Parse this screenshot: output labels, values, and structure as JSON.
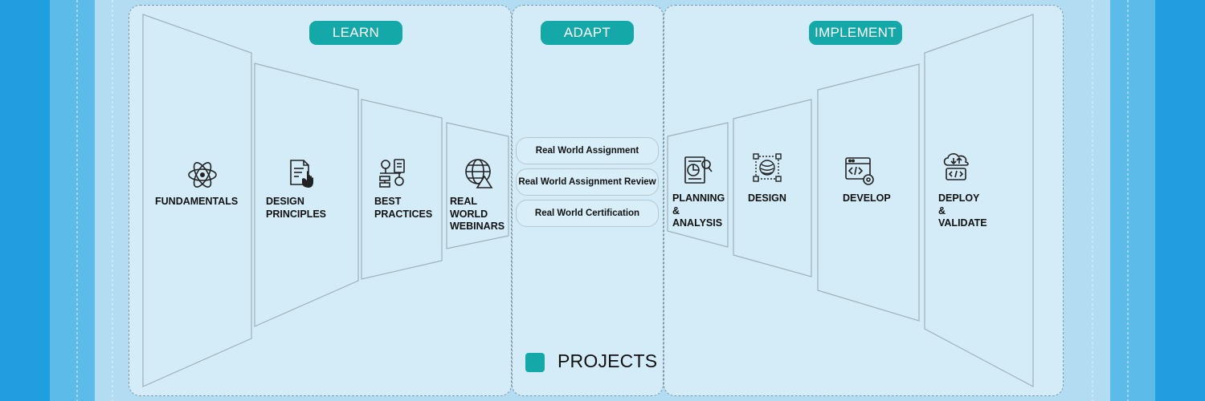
{
  "colors": {
    "accent_teal": "#14a9a8",
    "outer_blue": "#219ee0",
    "mid_blue": "#5cbbe8",
    "inner_blue": "#b2dcf2",
    "panel_fill": "#d4ecf7"
  },
  "phases": {
    "learn": "LEARN",
    "adapt": "ADAPT",
    "implement": "IMPLEMENT"
  },
  "learn_steps": [
    {
      "label": "FUNDAMENTALS",
      "icon": "atom-icon"
    },
    {
      "label": "DESIGN\nPRINCIPLES",
      "icon": "document-hand-icon"
    },
    {
      "label": "BEST\nPRACTICES",
      "icon": "flowchart-icon"
    },
    {
      "label": "REAL\nWORLD\nWEBINARS",
      "icon": "globe-icon"
    }
  ],
  "adapt_items": [
    "Real World Assignment",
    "Real World Assignment Review",
    "Real World Certification"
  ],
  "implement_steps": [
    {
      "label": "PLANNING\n&\nANALYSIS",
      "icon": "analysis-chart-icon"
    },
    {
      "label": "DESIGN",
      "icon": "design-sphere-icon"
    },
    {
      "label": "DEVELOP",
      "icon": "code-window-gear-icon"
    },
    {
      "label": "DEPLOY\n&\nVALIDATE",
      "icon": "cloud-deploy-icon"
    }
  ],
  "legend": {
    "label": "PROJECTS"
  }
}
